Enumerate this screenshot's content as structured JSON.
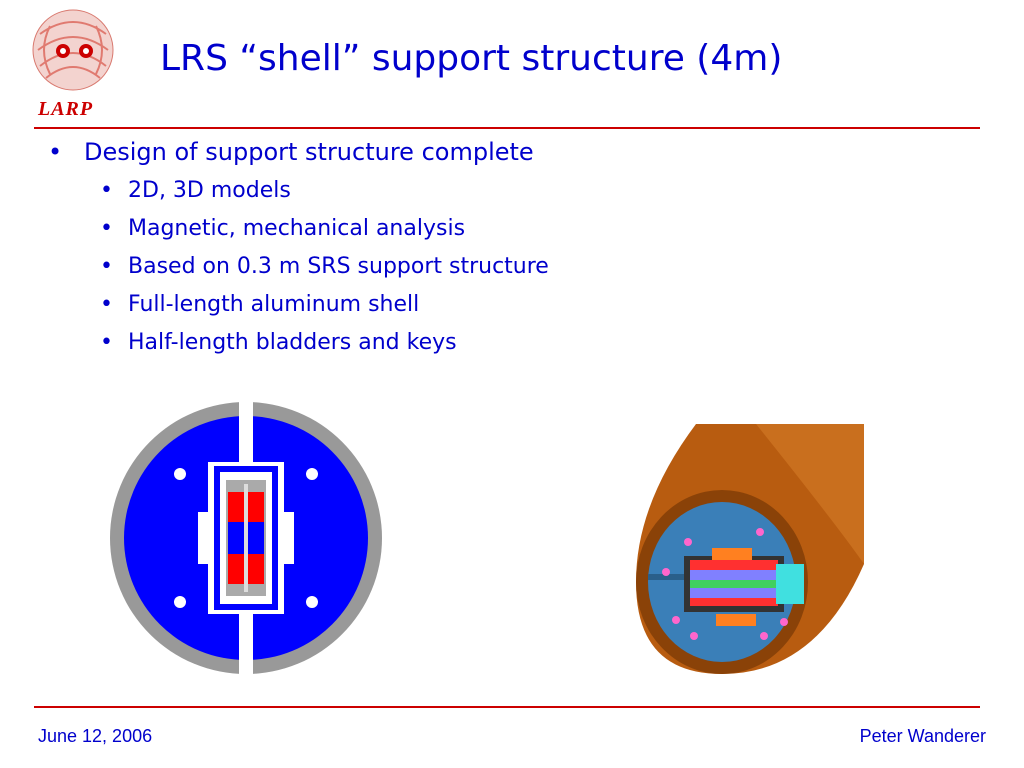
{
  "slide": {
    "title": "LRS “shell” support structure (4m)",
    "logo_text": "LARP",
    "bullets": [
      {
        "text": "Design of support structure complete",
        "level": 1
      },
      {
        "text": "2D, 3D models",
        "level": 2
      },
      {
        "text": "Magnetic, mechanical analysis",
        "level": 2
      },
      {
        "text": "Based on 0.3 m SRS support structure",
        "level": 2
      },
      {
        "text": "Full-length aluminum shell",
        "level": 2
      },
      {
        "text": "Half-length bladders and keys",
        "level": 2
      }
    ],
    "bullet_symbol": "•"
  },
  "footer": {
    "date": "June 12, 2006",
    "author": "Peter Wanderer"
  },
  "colors": {
    "title": "#0000cc",
    "rule": "#cc0000",
    "yoke": "#0000ff",
    "shell": "#999999",
    "coil": "#ff0000",
    "cylinder": "#b85c10",
    "face": "#3a7fb8"
  }
}
